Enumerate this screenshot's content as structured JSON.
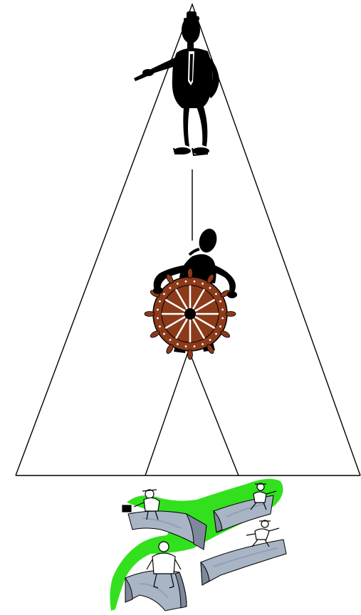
{
  "diagram": {
    "kind": "organizational-hierarchy-pyramid",
    "figures": [
      {
        "id": "leader",
        "icon": "pointing-manager-icon",
        "level": "top"
      },
      {
        "id": "helmsman",
        "icon": "ship-wheel-helmsman-icon",
        "level": "middle"
      },
      {
        "id": "team",
        "icon": "workers-on-bridges-icon",
        "level": "bottom"
      }
    ],
    "colors": {
      "outline": "#000000",
      "silhouette": "#000000",
      "wheel": "#8B3A1A",
      "wheel_dark": "#5a2410",
      "grass": "#33e01e",
      "bridge": "#a9b4c4",
      "bridge_shadow": "#7d889a",
      "worker_shirt": "#ffffff"
    }
  }
}
